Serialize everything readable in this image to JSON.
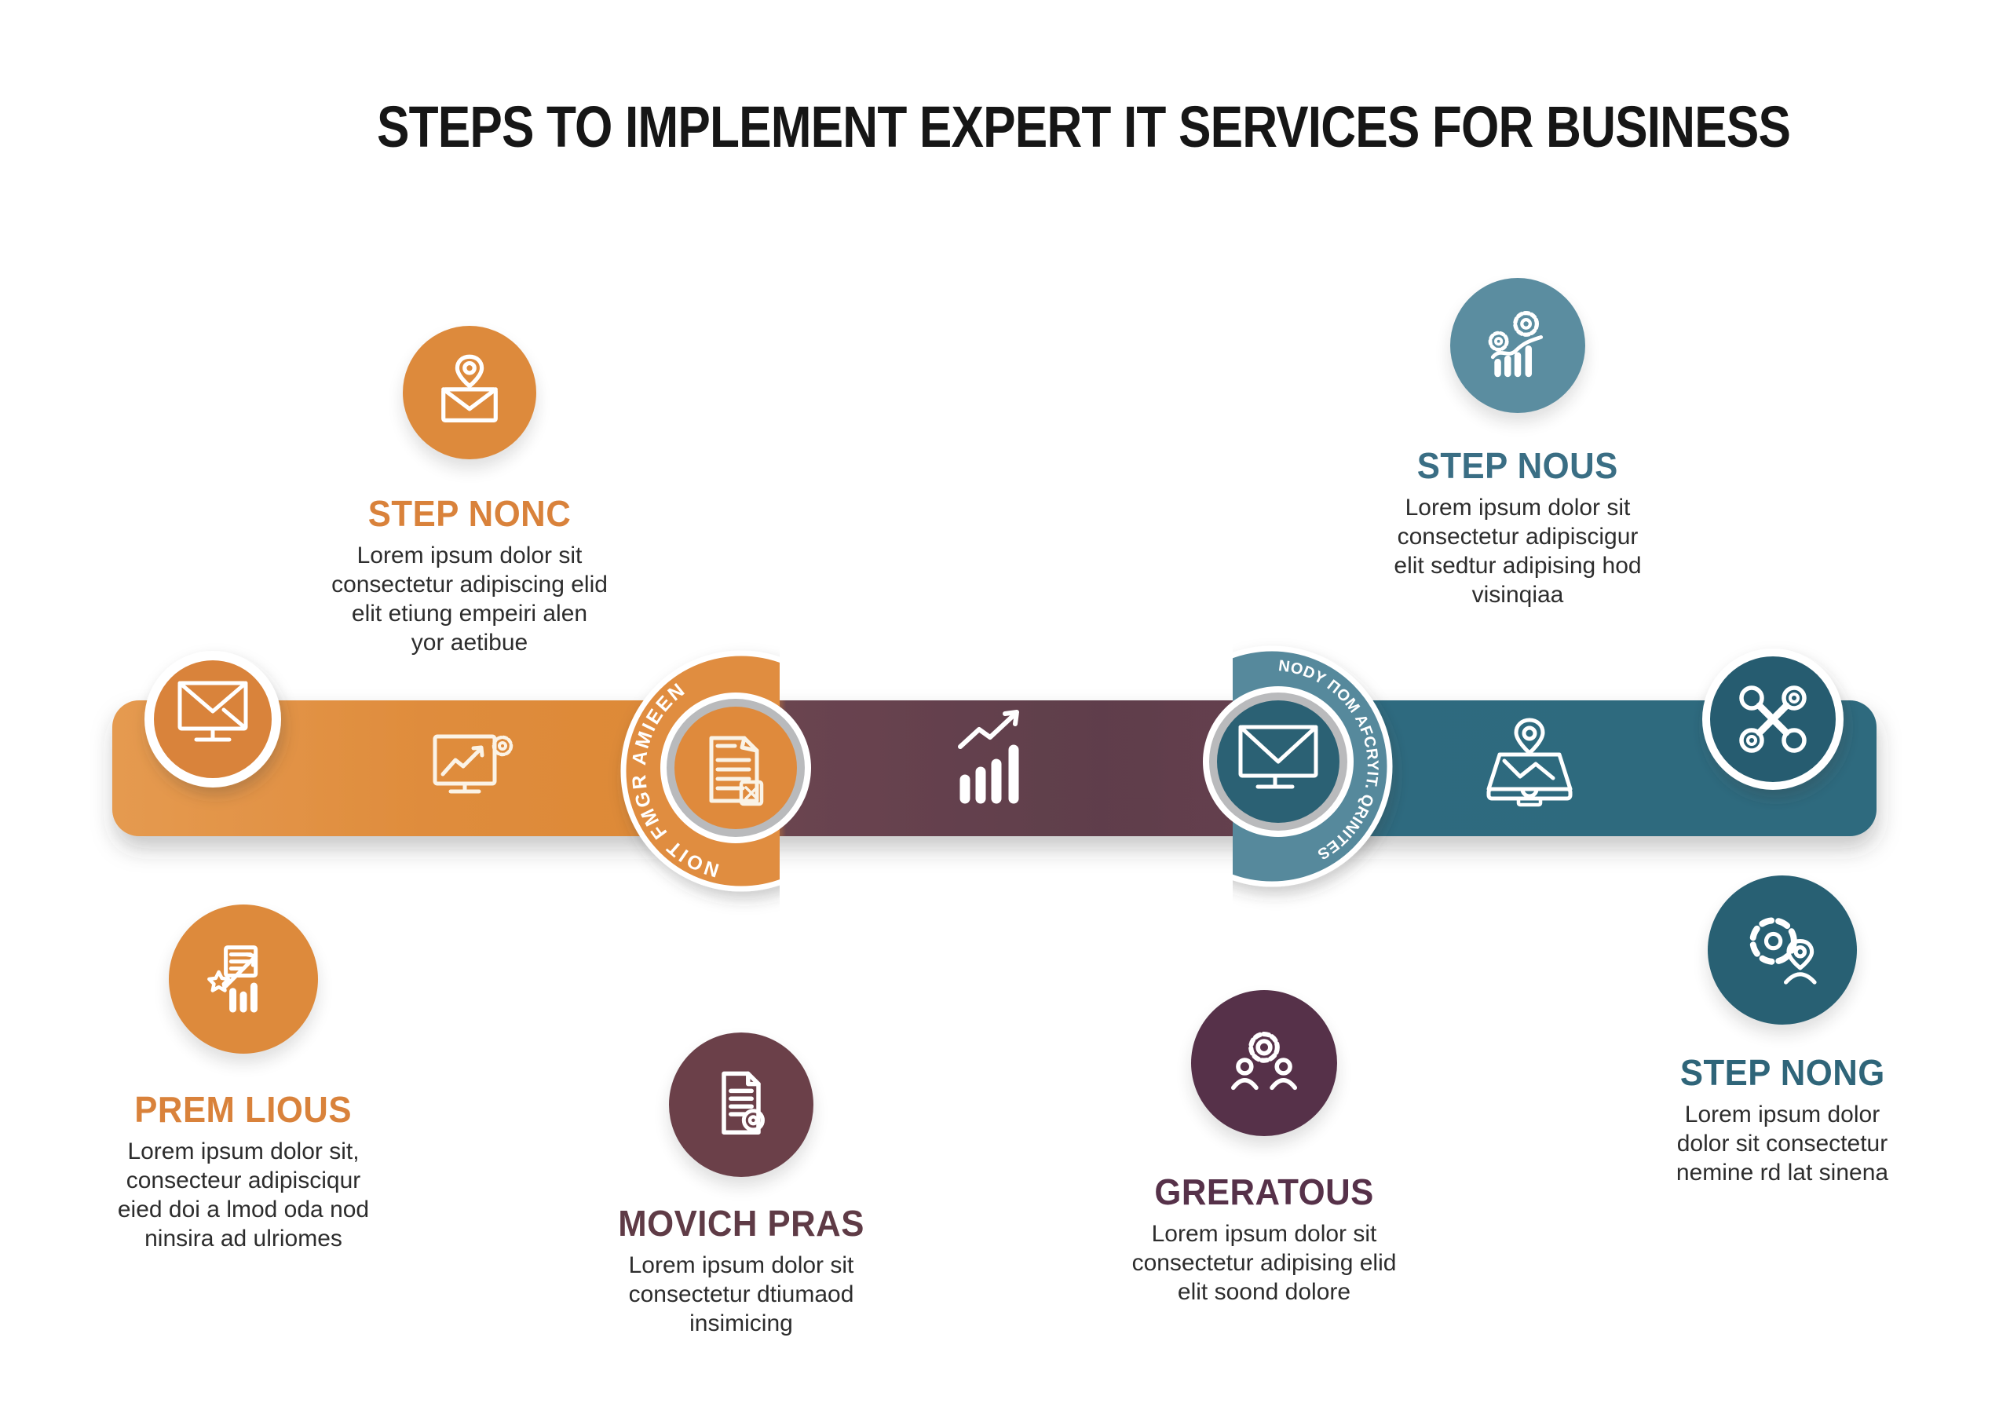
{
  "title": "STEPS TO IMPLEMENT EXPERT IT SERVICES FOR BUSINESS",
  "bar": {
    "arc_text_left": "NOIT FMGR AMIEEN",
    "arc_text_right": "NODY ΠOM AFCRYIT. QRINITES",
    "colors": {
      "orange": "#dd8836",
      "maroon": "#6a4450",
      "teal": "#2d6b7f",
      "badge_orange": "#e08d3f",
      "badge_teal": "#57899c",
      "endpoint_left": "#d9833a",
      "endpoint_right": "#265c6f",
      "ring_gray": "#b9babc"
    },
    "icons": [
      "monitor-envelope-icon",
      "monitor-analytics-gear-icon",
      "document-stamp-icon",
      "bar-chart-growth-icon",
      "monitor-mail-icon",
      "map-location-monitor-icon",
      "crossed-tools-icon"
    ]
  },
  "steps": [
    {
      "id": "step-nonc",
      "title": "STEP NONC",
      "accent": "#d9823b",
      "circle_color": "#dd8a3c",
      "icon": "envelope-location-icon",
      "lines": [
        "Lorem ipsum dolor sit",
        "consectetur adipiscing elid",
        "elit etiung empeiri alen",
        "yor aetibue"
      ]
    },
    {
      "id": "step-nous",
      "title": "STEP NOUS",
      "accent": "#3a6e84",
      "circle_color": "#5b8da0",
      "icon": "gears-analytics-icon",
      "lines": [
        "Lorem ipsum dolor sit",
        "consectetur adipiscigur",
        "elit sedtur adipising hod",
        "visinqiaa"
      ]
    },
    {
      "id": "prem-lious",
      "title": "PREM LIOUS",
      "accent": "#d9823b",
      "circle_color": "#dd8a3c",
      "icon": "document-growth-star-icon",
      "lines": [
        "Lorem ipsum dolor sit,",
        "consecteur adipisciqur",
        "eied doi a lmod oda nod",
        "ninsira ad ulriomes"
      ]
    },
    {
      "id": "movich-pras",
      "title": "MOVICH PRAS",
      "accent": "#5f3b46",
      "circle_color": "#6b4049",
      "icon": "document-badge-icon",
      "lines": [
        "Lorem ipsum dolor sit",
        "consectetur dtiumaod",
        "insimicing"
      ]
    },
    {
      "id": "greratous",
      "title": "GRERATOUS",
      "accent": "#563149",
      "circle_color": "#563149",
      "icon": "gear-team-icon",
      "lines": [
        "Lorem ipsum dolor sit",
        "consectetur adipising elid",
        "elit soond dolore"
      ]
    },
    {
      "id": "step-nong",
      "title": "STEP NONG",
      "accent": "#2f6579",
      "circle_color": "#286073",
      "icon": "gear-person-location-icon",
      "lines": [
        "Lorem ipsum dolor",
        "dolor sit consectetur",
        "nemine rd lat sinena"
      ]
    }
  ]
}
